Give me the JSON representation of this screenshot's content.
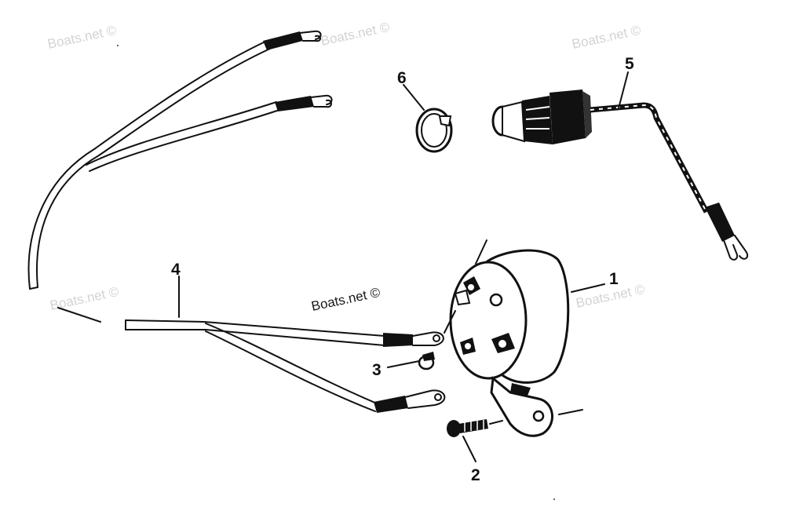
{
  "watermark": "Boats.net ©",
  "callouts": {
    "c1": "1",
    "c2": "2",
    "c3": "3",
    "c4": "4",
    "c5": "5",
    "c6": "6"
  },
  "colors": {
    "ink": "#111111",
    "watermark": "#d3d3d3",
    "background": "#ffffff"
  }
}
